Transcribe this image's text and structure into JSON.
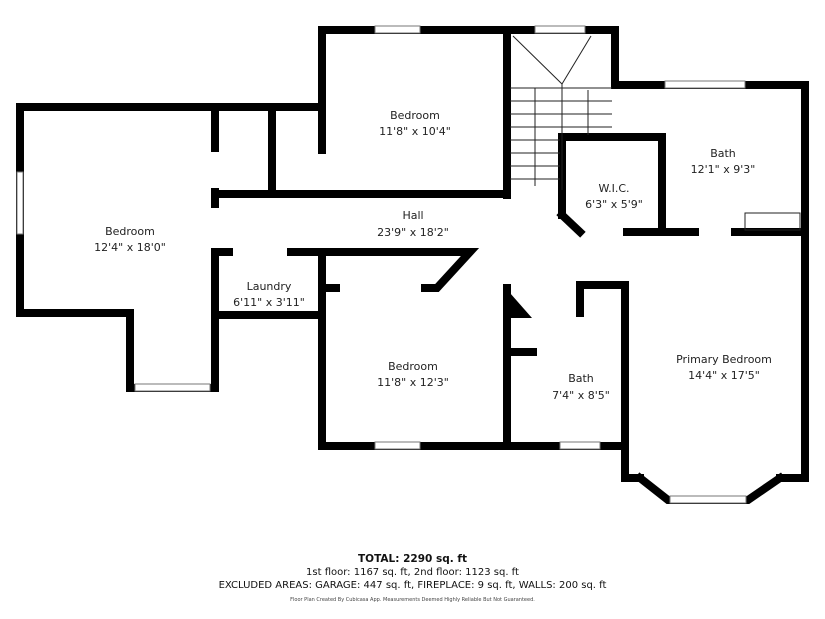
{
  "rooms": {
    "bedroom_left": {
      "name": "Bedroom",
      "size": "12'4\" x 18'0\""
    },
    "bedroom_top": {
      "name": "Bedroom",
      "size": "11'8\" x 10'4\""
    },
    "hall": {
      "name": "Hall",
      "size": "23'9\" x 18'2\""
    },
    "laundry": {
      "name": "Laundry",
      "size": "6'11\" x 3'11\""
    },
    "bedroom_mid": {
      "name": "Bedroom",
      "size": "11'8\" x 12'3\""
    },
    "bath_small": {
      "name": "Bath",
      "size": "7'4\" x 8'5\""
    },
    "primary_bedroom": {
      "name": "Primary Bedroom",
      "size": "14'4\" x 17'5\""
    },
    "bath_top": {
      "name": "Bath",
      "size": "12'1\" x 9'3\""
    },
    "wic": {
      "name": "W.I.C.",
      "size": "6'3\" x 5'9\""
    }
  },
  "footer": {
    "total": "TOTAL: 2290 sq. ft",
    "floors": "1st floor: 1167 sq. ft, 2nd floor: 1123 sq. ft",
    "excluded": "EXCLUDED AREAS: GARAGE: 447 sq. ft, FIREPLACE: 9 sq. ft, WALLS: 200 sq. ft",
    "disclaimer": "Floor Plan Created By Cubicasa App. Measurements Deemed Highly Reliable But Not Guaranteed."
  }
}
